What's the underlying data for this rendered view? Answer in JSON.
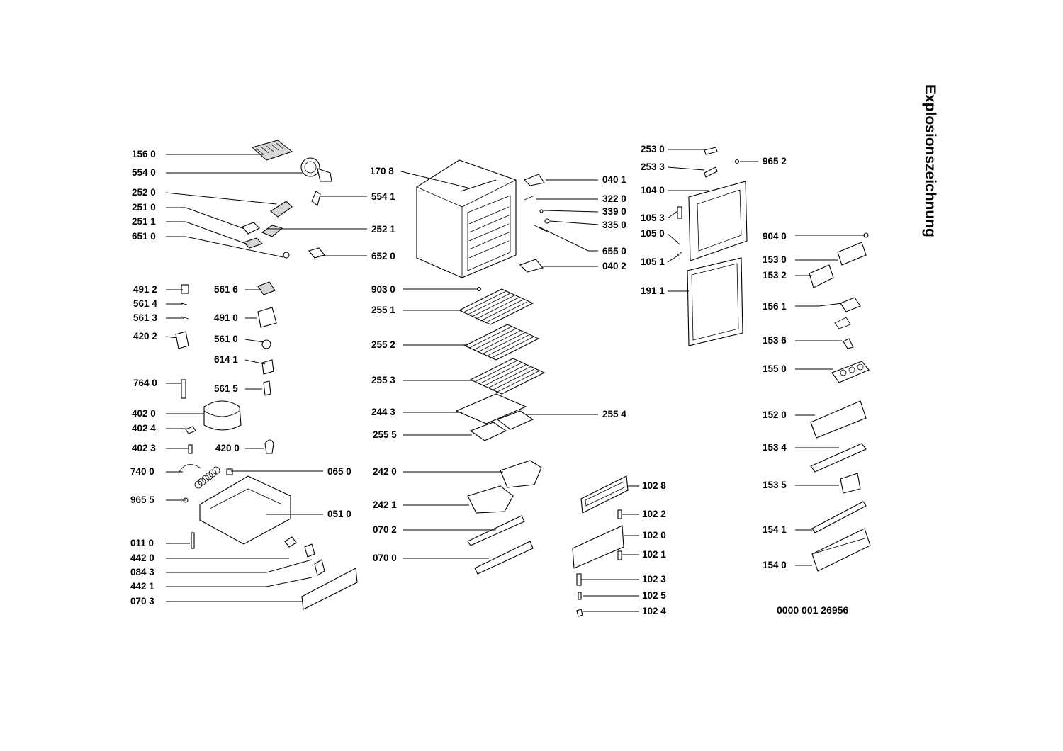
{
  "title": "Explosionszeichnung",
  "document_number": "0000 001 26956",
  "parts": [
    {
      "id": "p1560",
      "label": "156 0"
    },
    {
      "id": "p5540",
      "label": "554 0"
    },
    {
      "id": "p2520",
      "label": "252 0"
    },
    {
      "id": "p2510",
      "label": "251 0"
    },
    {
      "id": "p2511",
      "label": "251 1"
    },
    {
      "id": "p6510",
      "label": "651 0"
    },
    {
      "id": "p5541",
      "label": "554 1"
    },
    {
      "id": "p2521",
      "label": "252 1"
    },
    {
      "id": "p6520",
      "label": "652 0"
    },
    {
      "id": "p4912",
      "label": "491 2"
    },
    {
      "id": "p5614",
      "label": "561 4"
    },
    {
      "id": "p5613",
      "label": "561 3"
    },
    {
      "id": "p4202",
      "label": "420 2"
    },
    {
      "id": "p5616",
      "label": "561 6"
    },
    {
      "id": "p4910",
      "label": "491 0"
    },
    {
      "id": "p5610",
      "label": "561 0"
    },
    {
      "id": "p6141",
      "label": "614 1"
    },
    {
      "id": "p7640",
      "label": "764 0"
    },
    {
      "id": "p5615",
      "label": "561 5"
    },
    {
      "id": "p4020",
      "label": "402 0"
    },
    {
      "id": "p4024",
      "label": "402 4"
    },
    {
      "id": "p4023",
      "label": "402 3"
    },
    {
      "id": "p4200",
      "label": "420 0"
    },
    {
      "id": "p7400",
      "label": "740 0"
    },
    {
      "id": "p0650",
      "label": "065 0"
    },
    {
      "id": "p9655",
      "label": "965 5"
    },
    {
      "id": "p0510",
      "label": "051 0"
    },
    {
      "id": "p0110",
      "label": "011 0"
    },
    {
      "id": "p4420",
      "label": "442 0"
    },
    {
      "id": "p0843",
      "label": "084 3"
    },
    {
      "id": "p4421",
      "label": "442 1"
    },
    {
      "id": "p0703",
      "label": "070 3"
    },
    {
      "id": "p1708",
      "label": "170 8"
    },
    {
      "id": "p0401",
      "label": "040 1"
    },
    {
      "id": "p3220",
      "label": "322 0"
    },
    {
      "id": "p3390",
      "label": "339 0"
    },
    {
      "id": "p3350",
      "label": "335 0"
    },
    {
      "id": "p6550",
      "label": "655 0"
    },
    {
      "id": "p0402",
      "label": "040 2"
    },
    {
      "id": "p9030",
      "label": "903 0"
    },
    {
      "id": "p2551",
      "label": "255 1"
    },
    {
      "id": "p2552",
      "label": "255 2"
    },
    {
      "id": "p2553",
      "label": "255 3"
    },
    {
      "id": "p2443",
      "label": "244 3"
    },
    {
      "id": "p2554",
      "label": "255 4"
    },
    {
      "id": "p2555",
      "label": "255 5"
    },
    {
      "id": "p2420",
      "label": "242 0"
    },
    {
      "id": "p2421",
      "label": "242 1"
    },
    {
      "id": "p0702",
      "label": "070 2"
    },
    {
      "id": "p0700",
      "label": "070 0"
    },
    {
      "id": "p2530",
      "label": "253 0"
    },
    {
      "id": "p2533",
      "label": "253 3"
    },
    {
      "id": "p9652",
      "label": "965 2"
    },
    {
      "id": "p1040",
      "label": "104 0"
    },
    {
      "id": "p1053",
      "label": "105 3"
    },
    {
      "id": "p1050",
      "label": "105 0"
    },
    {
      "id": "p1051",
      "label": "105 1"
    },
    {
      "id": "p1911",
      "label": "191 1"
    },
    {
      "id": "p9040",
      "label": "904 0"
    },
    {
      "id": "p1530",
      "label": "153 0"
    },
    {
      "id": "p1532",
      "label": "153 2"
    },
    {
      "id": "p1561",
      "label": "156 1"
    },
    {
      "id": "p1536",
      "label": "153 6"
    },
    {
      "id": "p1550",
      "label": "155 0"
    },
    {
      "id": "p1520",
      "label": "152 0"
    },
    {
      "id": "p1534",
      "label": "153 4"
    },
    {
      "id": "p1535",
      "label": "153 5"
    },
    {
      "id": "p1541",
      "label": "154 1"
    },
    {
      "id": "p1540",
      "label": "154 0"
    },
    {
      "id": "p1028",
      "label": "102 8"
    },
    {
      "id": "p1022",
      "label": "102 2"
    },
    {
      "id": "p1020",
      "label": "102 0"
    },
    {
      "id": "p1021",
      "label": "102 1"
    },
    {
      "id": "p1023",
      "label": "102 3"
    },
    {
      "id": "p1025",
      "label": "102 5"
    },
    {
      "id": "p1024",
      "label": "102 4"
    }
  ]
}
